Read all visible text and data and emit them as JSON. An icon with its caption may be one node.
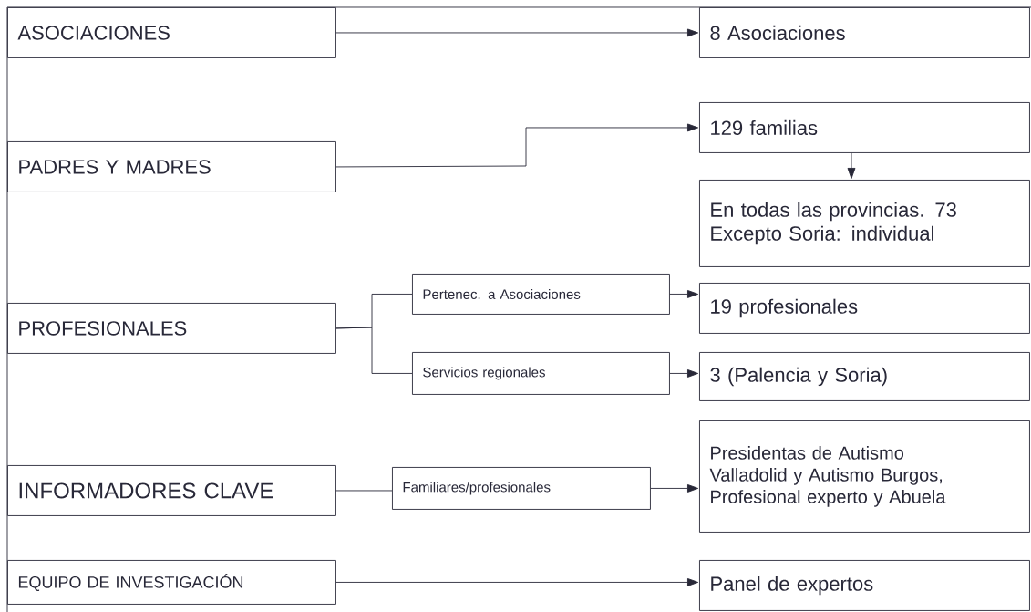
{
  "diagram": {
    "nodes": [
      {
        "text": [
          "ASOCIACIONES"
        ]
      },
      {
        "text": [
          "8 Asociaciones"
        ]
      },
      {
        "text": [
          "PADRES Y MADRES"
        ]
      },
      {
        "text": [
          "129 familias"
        ]
      },
      {
        "text": [
          "En todas las provincias. 73 Excepto Soria: individual"
        ]
      },
      {
        "text": [
          "PROFESIONALES"
        ]
      },
      {
        "text": [
          "Pertenec. a Asociaciones"
        ]
      },
      {
        "text": [
          "19 profesionales"
        ]
      },
      {
        "text": [
          "Servicios regionales"
        ]
      },
      {
        "text": [
          "3 (Palencia y Soria)"
        ]
      },
      {
        "text": [
          "INFORMADORES CLAVE"
        ]
      },
      {
        "text": [
          "Familiares/profesionales"
        ]
      },
      {
        "text": [
          "Presidentas de Autismo Valladolid y Autismo Burgos, Profesional experto y Abuela"
        ]
      },
      {
        "text": [
          "EQUIPO DE INVESTIGACIÓN"
        ]
      },
      {
        "text": [
          "Panel de expertos"
        ]
      }
    ],
    "edges": [
      {
        "from": 0,
        "to": 1,
        "arrow": "to"
      },
      {
        "from": 2,
        "to": 3,
        "arrow": "to"
      },
      {
        "from": 3,
        "to": 4,
        "arrow": "to"
      },
      {
        "from": 5,
        "to": 6,
        "arrow": "none"
      },
      {
        "from": 5,
        "to": 8,
        "arrow": "none"
      },
      {
        "from": 6,
        "to": 7,
        "arrow": "to"
      },
      {
        "from": 8,
        "to": 9,
        "arrow": "to"
      },
      {
        "from": 10,
        "to": 11,
        "arrow": "none"
      },
      {
        "from": 11,
        "to": 12,
        "arrow": "to"
      },
      {
        "from": 13,
        "to": 14,
        "arrow": "to"
      }
    ]
  }
}
